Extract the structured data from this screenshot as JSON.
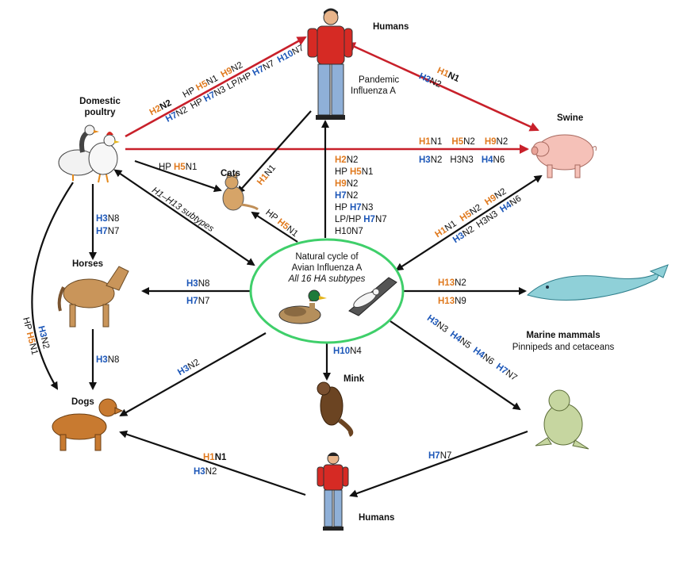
{
  "colors": {
    "h_orange": "#e07a1f",
    "h_blue": "#1d57b8",
    "red_arrow": "#c8202a",
    "center_ring": "#3fcf6a"
  },
  "nodes": {
    "humans_top": "Humans",
    "swine": "Swine",
    "poultry_l1": "Domestic",
    "poultry_l2": "poultry",
    "cats": "Cats",
    "horses": "Horses",
    "dogs": "Dogs",
    "mink": "Mink",
    "marine_title": "Marine mammals",
    "marine_sub": "Pinnipeds and cetaceans",
    "humans_bottom": "Humans",
    "pandemic_l1": "Pandemic",
    "pandemic_l2": "Influenza A"
  },
  "center": {
    "l1": "Natural cycle of",
    "l2": "Avian Influenza A",
    "l3": "All 16 HA subtypes"
  },
  "misc": {
    "h1h13": "H1–H13 subtypes",
    "hp": "HP",
    "lphp": "LP/HP",
    "h3n3": "H3N3",
    "h10n7": "H10N7",
    "h": "H",
    "n1": "N1",
    "n2": "N2",
    "n3": "N3",
    "n4": "N4",
    "n5": "N5",
    "n6": "N6",
    "n7": "N7",
    "n8": "N8",
    "n9": "N9",
    "h1": "H1",
    "h2": "H2",
    "h3": "H3",
    "h4": "H4",
    "h5": "H5",
    "h7": "H7",
    "h9": "H9",
    "h10": "H10",
    "h13": "H13"
  }
}
